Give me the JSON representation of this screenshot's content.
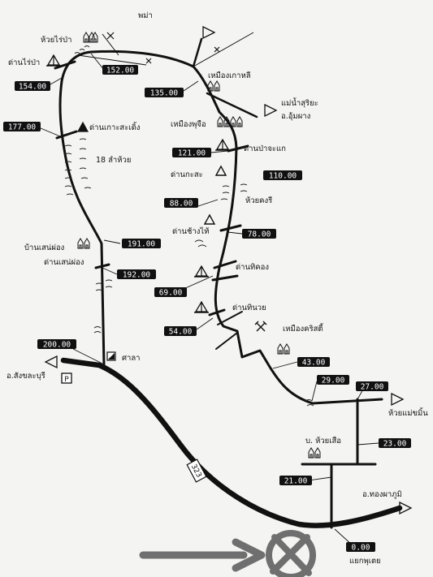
{
  "map": {
    "country_label": "พม่า",
    "places": {
      "huai_rai_pa": "ห้วยไร่ป่า",
      "dan_rai_pa": "ด่านไร่ป่า",
      "muang_kao_li": "เหมืองเกาหลี",
      "mae_nam_suriya": "แม่น้ำสุริยะ",
      "um_phang": "อ.อุ้มผาง",
      "dan_ko_sa_de": "ด่านเกาะสะเดิ้ง",
      "sip_paet_lam_huai": "18 ลำห้วย",
      "muang_pu_chue": "เหมืองพุจือ",
      "dan_pa_cha_kae": "ด่านป่าจะแก",
      "dan_ka_sa": "ด่านกะสะ",
      "huai_khong_ri": "ห้วยคงรี",
      "ban_sen_pong": "บ้านเสน่ผ่อง",
      "dan_sen_pong": "ด่านเสน่ผ่อง",
      "dan_chang_tai": "ด่านช้างไท้",
      "dan_thi_khong": "ด่านทิคอง",
      "dan_thi_nuai": "ด่านทินวย",
      "muang_khlit_ti": "เหมืองคริสตี้",
      "sala": "ศาลา",
      "sangkhla_buri": "อ.สังขละบุรี",
      "parking": "P",
      "huai_mae_khamin": "ห้วยแม่ขมิ้น",
      "ban_huai_suea": "บ. ห้วยเสือ",
      "thong_pha_phum": "อ.ทองผาภูมิ",
      "yaek_phu_toei": "แยกพุเตย"
    },
    "route_shield": "323",
    "km_markers": [
      "152.00",
      "154.00",
      "135.00",
      "177.00",
      "121.00",
      "110.00",
      "88.00",
      "191.00",
      "78.00",
      "192.00",
      "69.00",
      "54.00",
      "200.00",
      "43.00",
      "29.00",
      "27.00",
      "23.00",
      "21.00",
      "0.00"
    ],
    "colors": {
      "background": "#f4f4f2",
      "ink": "#111111",
      "label_fill": "#111111",
      "label_text": "#ffffff",
      "arrow": "#6f6f6f"
    }
  }
}
